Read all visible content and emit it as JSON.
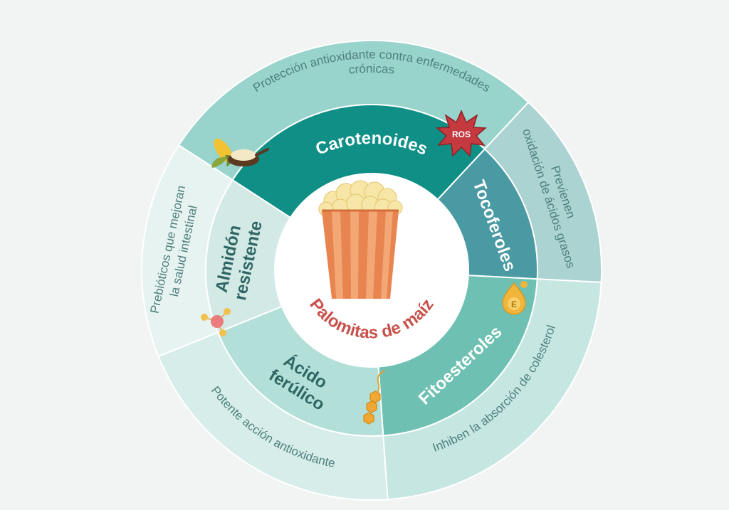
{
  "center": {
    "title": "Palomitas de maíz",
    "icon": "popcorn-box-icon"
  },
  "segments": [
    {
      "id": "carotenoides",
      "compound": "Carotenoides",
      "benefit": [
        "Protección antioxidante contra enfermedades",
        "crónicas"
      ],
      "inner_color": "#0f8f86",
      "outer_color": "#98d3cc",
      "compound_text_color": "#ffffff",
      "icon": "ros-burst-icon",
      "icon_text": "ROS"
    },
    {
      "id": "tocoferoles",
      "compound": "Tocoferoles",
      "benefit": [
        "Previenen",
        "oxidación de ácidos grasos"
      ],
      "inner_color": "#4a9aa3",
      "outer_color": "#aad3d1",
      "compound_text_color": "#ffffff",
      "icon": "vitamin-e-drop-icon",
      "icon_text": "E"
    },
    {
      "id": "fitoesteroles",
      "compound": "Fitoesteroles",
      "benefit": [
        "Inhiben la absorción de colesterol"
      ],
      "inner_color": "#6ec1b2",
      "outer_color": "#c6e6e2",
      "compound_text_color": "#ffffff",
      "icon": "sterol-molecule-icon"
    },
    {
      "id": "acido-ferulico",
      "compound": [
        "Ácido",
        "ferúlico"
      ],
      "benefit": [
        "Potente acción antioxidante"
      ],
      "inner_color": "#b3dfd9",
      "outer_color": "#d7ede9",
      "compound_text_color": "#2f6663",
      "icon": "molecule-icon"
    },
    {
      "id": "almidon-resistente",
      "compound": [
        "Almidón",
        "resistente"
      ],
      "benefit": [
        "Prebióticos que mejoran",
        "la salud intestinal"
      ],
      "inner_color": "#d3e9e6",
      "outer_color": "#e7f3f1",
      "compound_text_color": "#2f6663",
      "icon": "corn-starch-icon"
    }
  ]
}
